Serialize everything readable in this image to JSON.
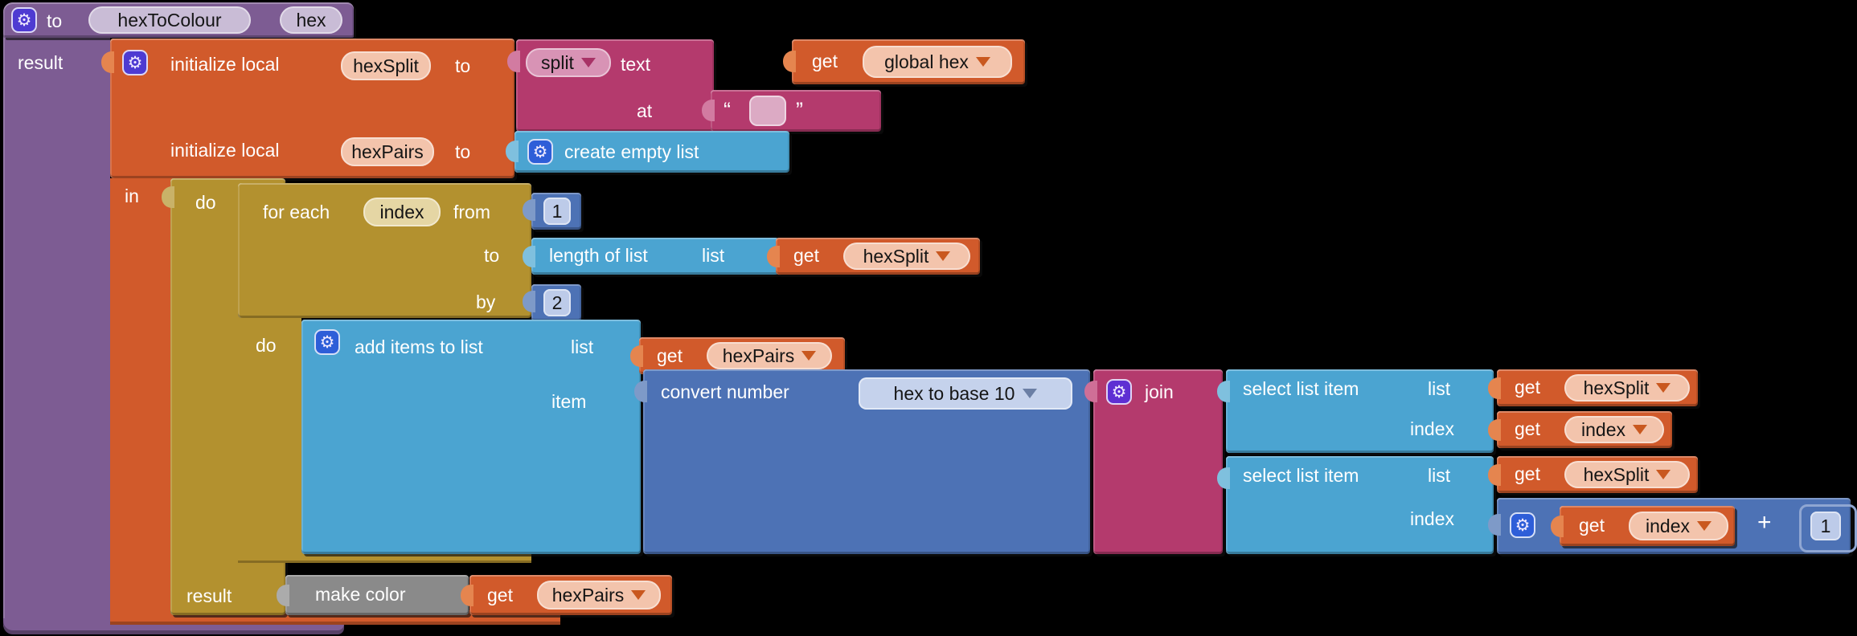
{
  "icons": {
    "gear": "⚙",
    "dropdown": "▼"
  },
  "labels": {
    "to": "to",
    "get": "get",
    "list": "list",
    "index": "index",
    "do": "do",
    "result": "result",
    "in": "in",
    "initialize_local": "initialize local",
    "from": "from",
    "by": "by",
    "item": "item",
    "for_each": "for each",
    "text": "text",
    "at": "at",
    "split": "split",
    "join": "join",
    "plus": "+",
    "create_empty_list": "create empty list",
    "length_of_list": "length of list",
    "add_items_to_list": "add items to list",
    "convert_number": "convert number",
    "select_list_item": "select list item",
    "make_color": "make color",
    "quote_open": "“",
    "quote_close": "”"
  },
  "procedure": {
    "name": "hexToColour",
    "param": "hex"
  },
  "variables": {
    "hexSplit": "hexSplit",
    "hexPairs": "hexPairs",
    "global_hex": "global hex",
    "index": "index"
  },
  "fields": {
    "from_value": "1",
    "by_value": "2",
    "plus_value": "1",
    "split_at_value": "",
    "convert_mode": "hex to base 10"
  },
  "colors": {
    "procedure": "#7d5c93",
    "variables": "#d15a2b",
    "text": "#b43a6d",
    "lists": "#4ba4d1",
    "control": "#b3912f",
    "math": "#4d72b5",
    "make_color_block": "#8a8a8a",
    "background": "#000000"
  }
}
